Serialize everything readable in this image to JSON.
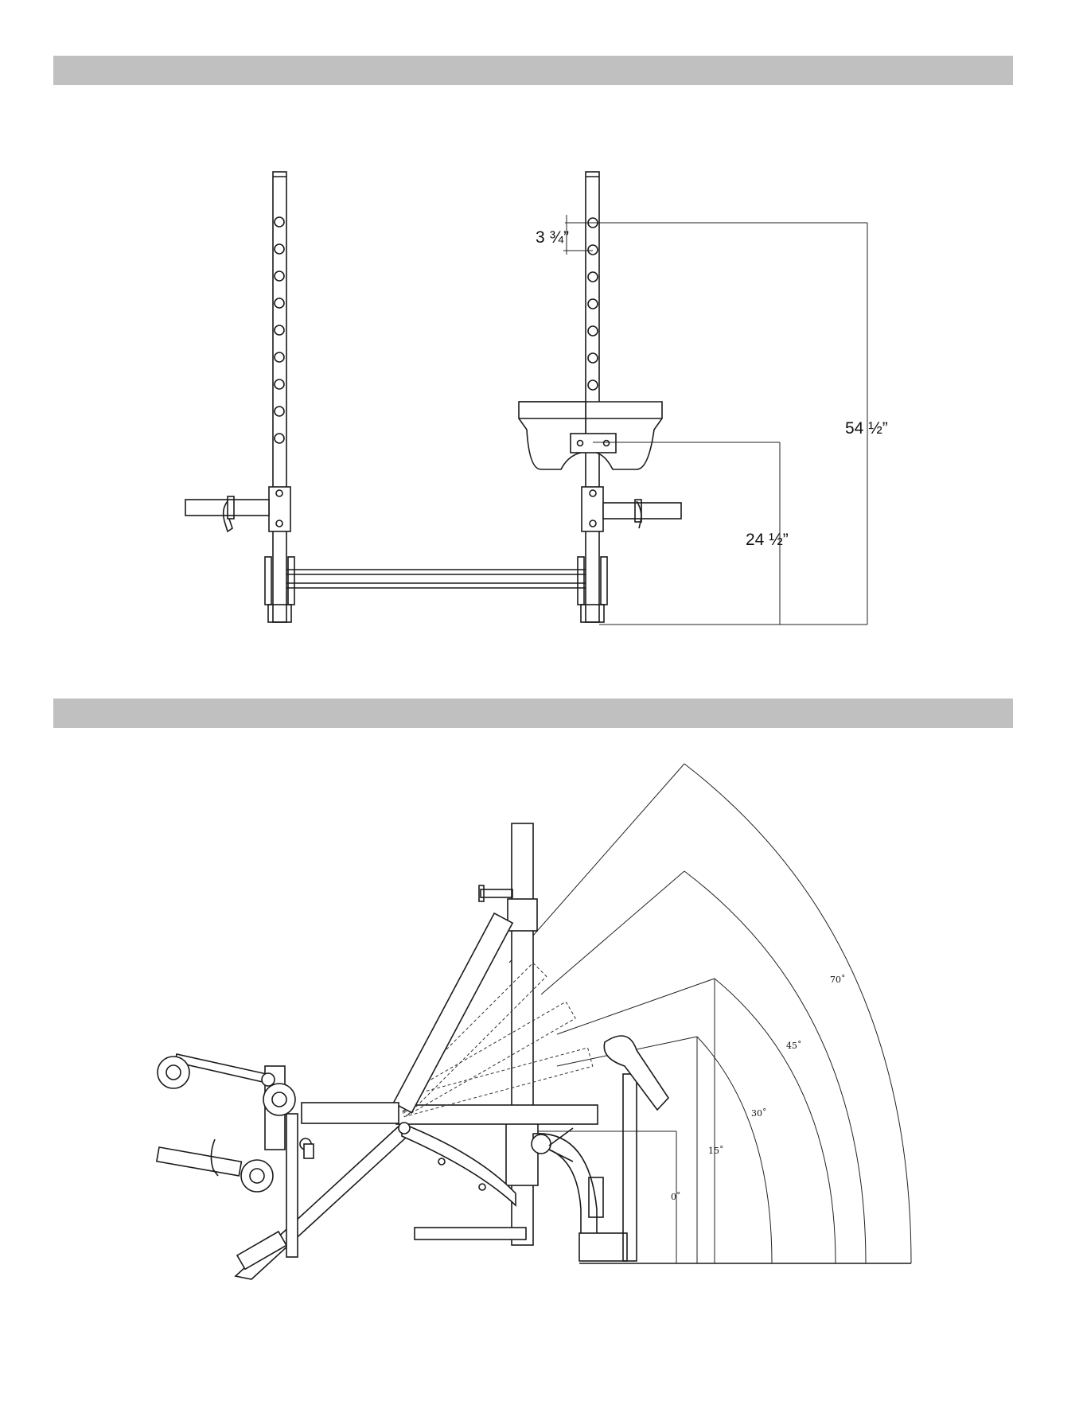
{
  "front_view": {
    "dimensions": {
      "hole_spacing": "3 ¾”",
      "total_height": "54 ½”",
      "low_height": "24 ½”"
    }
  },
  "side_view": {
    "angles": [
      "0˚",
      "15˚",
      "30˚",
      "45˚",
      "70˚"
    ]
  }
}
